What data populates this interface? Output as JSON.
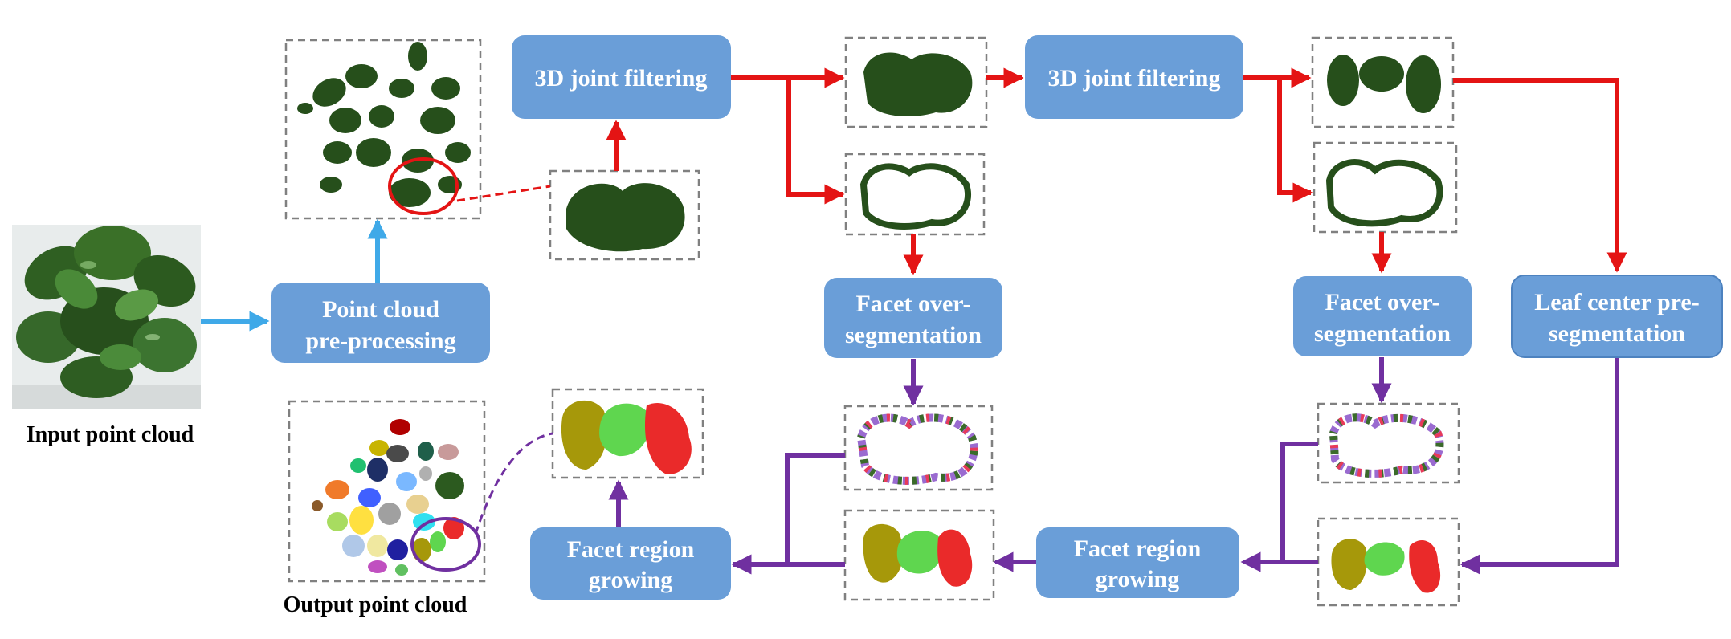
{
  "colors": {
    "box_fill": "#6a9ed8",
    "box_text": "#ffffff",
    "flow_red": "#e41414",
    "flow_blue": "#3fa9e8",
    "flow_purple": "#7030a0",
    "leaf_dark": "#264f1b",
    "frame_dash": "#808080"
  },
  "captions": {
    "input": "Input point cloud",
    "output": "Output point cloud"
  },
  "boxes": {
    "preprocess": [
      "Point cloud",
      "pre-processing"
    ],
    "filter1": [
      "3D joint filtering"
    ],
    "filter2": [
      "3D joint filtering"
    ],
    "facet_seg1": [
      "Facet over-",
      "segmentation"
    ],
    "facet_seg2": [
      "Facet over-",
      "segmentation"
    ],
    "leaf_center": [
      "Leaf center pre-",
      "segmentation"
    ],
    "growing1": [
      "Facet region",
      "growing"
    ],
    "growing2": [
      "Facet region",
      "growing"
    ]
  },
  "icons": {
    "input_photo": "plant-photo-icon",
    "leaf_cloud": "leaf-point-cloud-icon",
    "segmented_cloud": "colored-segments-icon"
  }
}
